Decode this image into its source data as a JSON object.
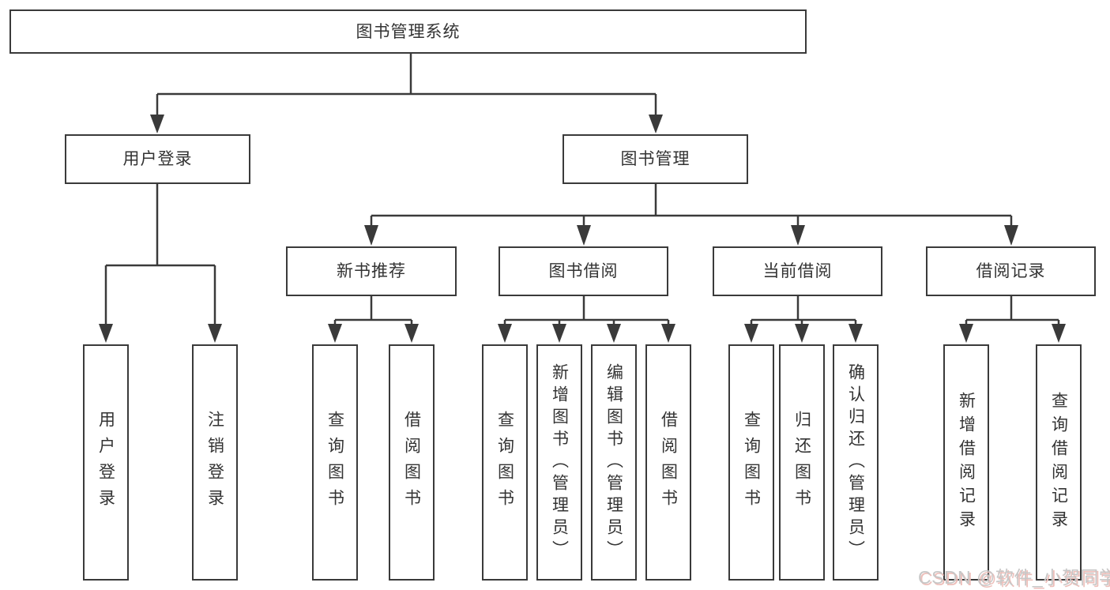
{
  "colors": {
    "line": "#3a3a3a",
    "box_border": "#3a3a3a",
    "box_background": "#ffffff",
    "page_background": "#ffffff",
    "text": "#333333",
    "watermark_gray": "#c7c7c7",
    "watermark_pink": "#edbfba"
  },
  "tree": {
    "root": "图书管理系统",
    "branches": [
      {
        "label": "用户登录",
        "leaves": [
          "用户登录",
          "注销登录"
        ]
      },
      {
        "label": "图书管理",
        "groups": [
          {
            "label": "新书推荐",
            "leaves": [
              "查询图书",
              "借阅图书"
            ]
          },
          {
            "label": "图书借阅",
            "leaves": [
              "查询图书",
              "新增图书（管理员）",
              "编辑图书（管理员）",
              "借阅图书"
            ]
          },
          {
            "label": "当前借阅",
            "leaves": [
              "查询图书",
              "归还图书",
              "确认归还（管理员）"
            ]
          },
          {
            "label": "借阅记录",
            "leaves": [
              "新增借阅记录",
              "查询借阅记录"
            ]
          }
        ]
      }
    ]
  },
  "watermark": {
    "text": "CSDN @软件_小贺同学"
  }
}
